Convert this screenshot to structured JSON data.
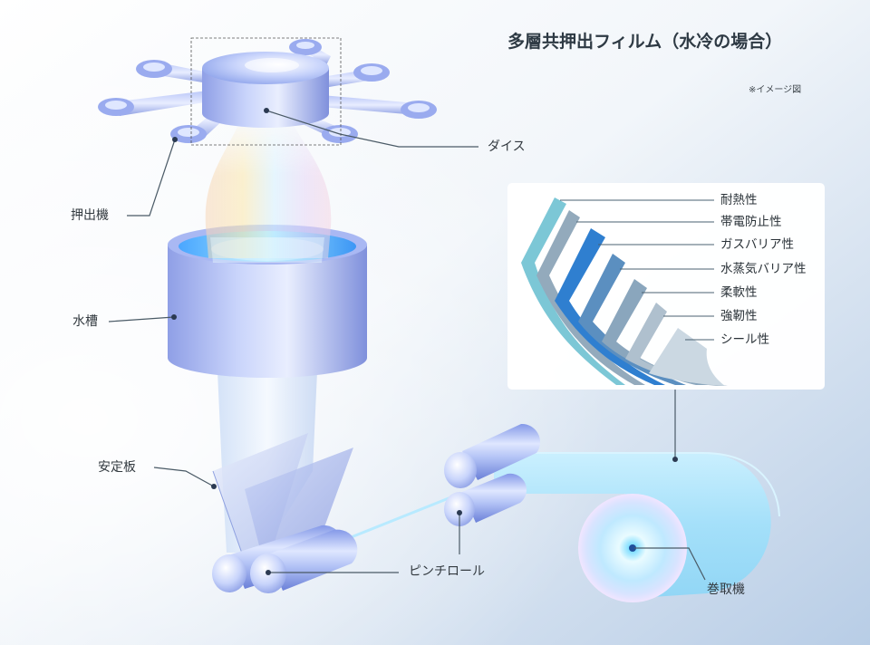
{
  "title": "多層共押出フィルム（水冷の場合）",
  "note": "※イメージ図",
  "labels": {
    "die": "ダイス",
    "extruder": "押出機",
    "water_tank": "水槽",
    "stabilizer": "安定板",
    "pinch_roll": "ピンチロール",
    "winder": "巻取機"
  },
  "layers": [
    {
      "name": "耐熱性",
      "color": "#6fc4d2"
    },
    {
      "name": "帯電防止性",
      "color": "#8fa8b8"
    },
    {
      "name": "ガスバリア性",
      "color": "#2f7fd0"
    },
    {
      "name": "水蒸気バリア性",
      "color": "#5b8fc0"
    },
    {
      "name": "柔軟性",
      "color": "#8aa6bd"
    },
    {
      "name": "強靭性",
      "color": "#aebfcd"
    },
    {
      "name": "シール性",
      "color": "#c9d6e0"
    }
  ]
}
